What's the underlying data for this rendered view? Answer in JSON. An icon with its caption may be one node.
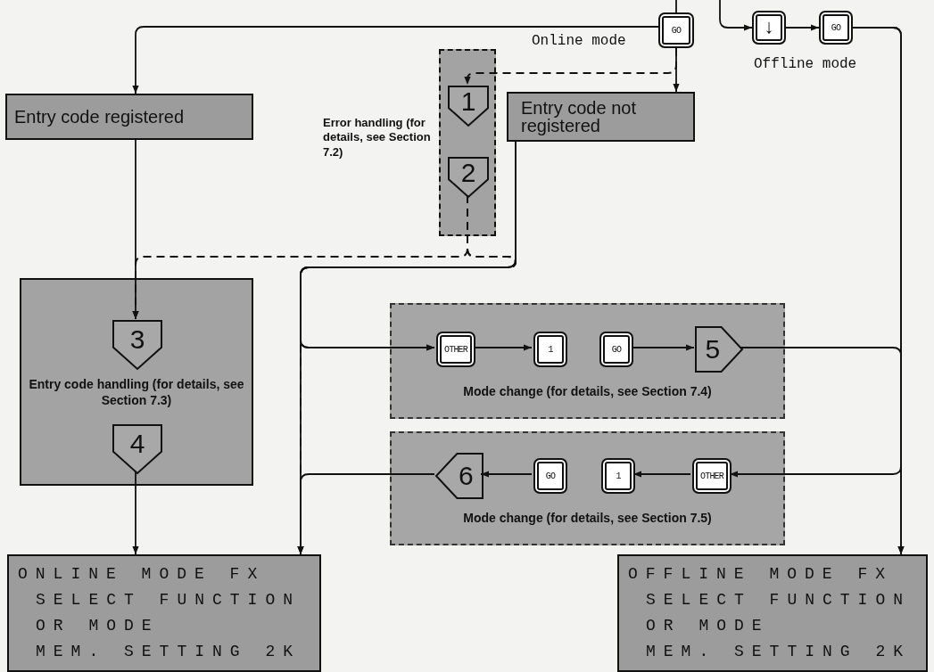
{
  "diagram": {
    "nodes": [
      {
        "text": [
          "GO"
        ],
        "beside": [
          "Online mode"
        ]
      },
      {
        "text": [
          "↓"
        ]
      },
      {
        "text": [
          "GO"
        ],
        "beside": [
          "Offline mode"
        ]
      },
      {
        "text": [
          "Entry code registered"
        ]
      },
      {
        "text": [],
        "shape": "box",
        "beside": [
          "Error handling (for details, see Section 7.2)"
        ]
      },
      {
        "text": [
          "1"
        ],
        "in": 4
      },
      {
        "text": [
          "2"
        ],
        "in": 4
      },
      {
        "text": [
          "Entry code not registered"
        ]
      },
      {
        "text": [
          "Entry code handling (for details, see Section 7.3)"
        ]
      },
      {
        "text": [
          "3"
        ],
        "in": 8
      },
      {
        "text": [
          "4"
        ],
        "in": 8
      },
      {
        "text": [
          "Mode change (for details, see Section 7.4)"
        ]
      },
      {
        "text": [
          "OTHER"
        ],
        "in": 11
      },
      {
        "text": [
          "1"
        ],
        "in": 11
      },
      {
        "text": [
          "GO"
        ],
        "in": 11
      },
      {
        "text": [
          "5"
        ],
        "in": 11
      },
      {
        "text": [
          "Mode change (for details, see Section 7.5)"
        ]
      },
      {
        "text": [
          "OTHER"
        ],
        "in": 16
      },
      {
        "text": [
          "1"
        ],
        "in": 16
      },
      {
        "text": [
          "GO"
        ],
        "in": 16
      },
      {
        "text": [
          "6"
        ],
        "in": 16
      },
      {
        "text": [
          "ONLINE MODE FX",
          "SELECT FUNCTION",
          "OR MODE",
          "MEM. SETTING 2K"
        ]
      },
      {
        "text": [
          "OFFLINE MODE FX",
          "SELECT FUNCTION",
          "OR MODE",
          "MEM. SETTING 2K"
        ]
      }
    ],
    "edges": [
      {
        "from": null,
        "to": 0,
        "arrow": "none"
      },
      {
        "from": 0,
        "to": 3,
        "arrow": "to"
      },
      {
        "from": 0,
        "to": 7,
        "arrow": "to"
      },
      {
        "from": 0,
        "to": 5,
        "arrow": "to",
        "style": "dashed"
      },
      {
        "from": null,
        "to": 1,
        "arrow": "to"
      },
      {
        "from": 1,
        "to": 2,
        "arrow": "to"
      },
      {
        "from": 2,
        "to": 22,
        "arrow": "to"
      },
      {
        "from": 2,
        "to": 17,
        "arrow": "to"
      },
      {
        "from": 3,
        "to": 9,
        "arrow": "to"
      },
      {
        "from": 6,
        "to": 9,
        "arrow": "to",
        "style": "dashed"
      },
      {
        "from": 6,
        "to": 21,
        "arrow": "to",
        "style": "dashed"
      },
      {
        "from": 6,
        "to": 12,
        "arrow": "to",
        "style": "dashed"
      },
      {
        "from": 7,
        "to": 21,
        "arrow": "to"
      },
      {
        "from": 7,
        "to": 12,
        "arrow": "to"
      },
      {
        "from": 12,
        "to": 13,
        "arrow": "to"
      },
      {
        "from": 14,
        "to": 15,
        "arrow": "to"
      },
      {
        "from": 15,
        "to": 22,
        "arrow": "to"
      },
      {
        "from": 17,
        "to": 18,
        "arrow": "to"
      },
      {
        "from": 19,
        "to": 20,
        "arrow": "to"
      },
      {
        "from": 20,
        "to": 21,
        "arrow": "to"
      },
      {
        "from": 10,
        "to": 21,
        "arrow": "to"
      }
    ]
  }
}
